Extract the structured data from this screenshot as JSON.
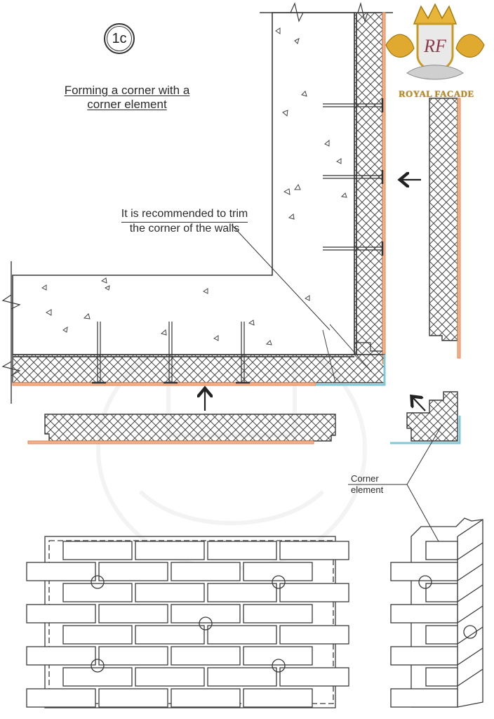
{
  "diagram": {
    "badge": "1c",
    "title_line1": "Forming a corner with a",
    "title_line2": "corner element",
    "note_line1": "It is recommended to trim",
    "note_line2": "the corner of the walls",
    "corner_label_line1": "Corner",
    "corner_label_line2": "element",
    "logo_text": "ROYAL FACADE",
    "logo_monogram": "RF",
    "colors": {
      "line": "#3a3a3a",
      "insulation_hatch": "#4a4a4a",
      "facing_orange": "#e08a55",
      "corner_profile_cyan": "#7fc8d8",
      "logo_gold": "#d4a22a",
      "logo_silver": "#c9c9c9",
      "logo_monogram": "#8a3a4a"
    },
    "components": [
      {
        "name": "concrete-wall",
        "type": "section"
      },
      {
        "name": "insulation-panel-horizontal",
        "type": "hatched"
      },
      {
        "name": "insulation-panel-vertical",
        "type": "hatched"
      },
      {
        "name": "dowel-anchors",
        "count": 6
      },
      {
        "name": "detached-panel-bottom",
        "arrow": "up"
      },
      {
        "name": "detached-panel-right",
        "arrow": "left"
      },
      {
        "name": "corner-element",
        "arrow": "up-left"
      },
      {
        "name": "brick-panel-front-elevation",
        "rows": 8
      },
      {
        "name": "corner-element-elevation",
        "rows": 8
      }
    ]
  }
}
